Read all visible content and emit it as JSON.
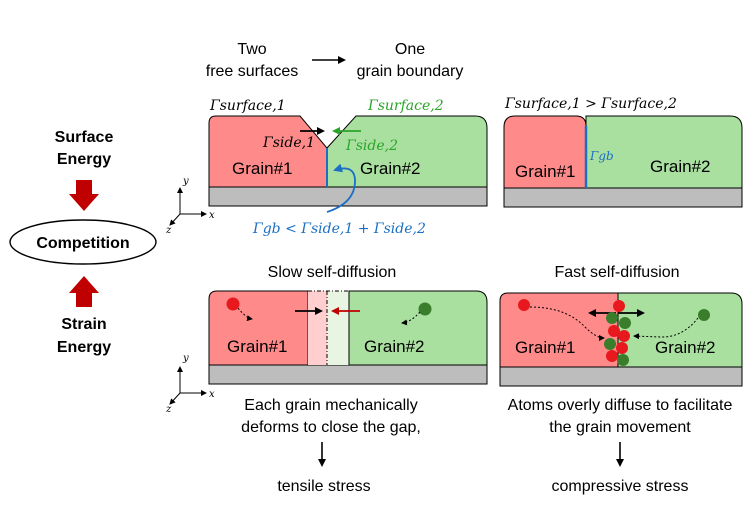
{
  "colors": {
    "grain1": "#ff8a8a",
    "grain2": "#a9e0a0",
    "substrate": "#bdbdbd",
    "arrow_red": "#c00000",
    "green_text": "#2aa52a",
    "blue": "#1b6fc4",
    "atom_red": "#e8191e",
    "atom_green": "#3a7d2a"
  },
  "left": {
    "surface_energy": [
      "Surface",
      "Energy"
    ],
    "competition": "Competition",
    "strain_energy": [
      "Strain",
      "Energy"
    ]
  },
  "header": {
    "two_free_surfaces": [
      "Two",
      "free surfaces"
    ],
    "one_grain_boundary": [
      "One",
      "grain boundary"
    ]
  },
  "panel_tl": {
    "gamma_surface_1": "Γsurface,1",
    "gamma_surface_2": "Γsurface,2",
    "gamma_side_1": "Γside,1",
    "gamma_side_2": "Γside,2",
    "grain1": "Grain#1",
    "grain2": "Grain#2",
    "inequality": "Γgb < Γside,1 + Γside,2"
  },
  "panel_tr": {
    "inequality": "Γsurface,1 > Γsurface,2",
    "gamma_gb": "Γgb",
    "grain1": "Grain#1",
    "grain2": "Grain#2"
  },
  "panel_bl": {
    "title": "Slow self-diffusion",
    "grain1": "Grain#1",
    "grain2": "Grain#2",
    "caption": [
      "Each grain mechanically",
      "deforms to close the gap,"
    ],
    "result": "tensile stress"
  },
  "panel_br": {
    "title": "Fast self-diffusion",
    "grain1": "Grain#1",
    "grain2": "Grain#2",
    "caption": [
      "Atoms overly diffuse to facilitate",
      "the grain movement"
    ],
    "result": "compressive stress"
  },
  "axes": {
    "x": "x",
    "y": "y",
    "z": "z"
  }
}
